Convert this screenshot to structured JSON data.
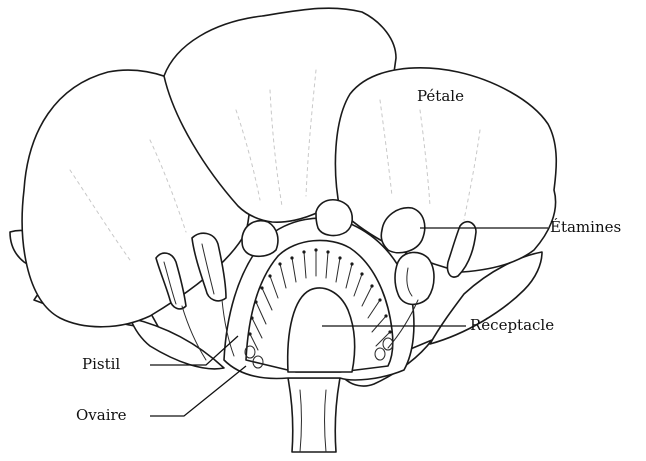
{
  "labels": {
    "petal": "Pétale",
    "stamens": "Étamines",
    "receptacle": "Réceptacle",
    "pistil": "Pistil",
    "ovary": "Ovaire"
  },
  "colors": {
    "ink": "#1a1a1a",
    "shading": "#c8c8c8",
    "background": "#ffffff"
  }
}
